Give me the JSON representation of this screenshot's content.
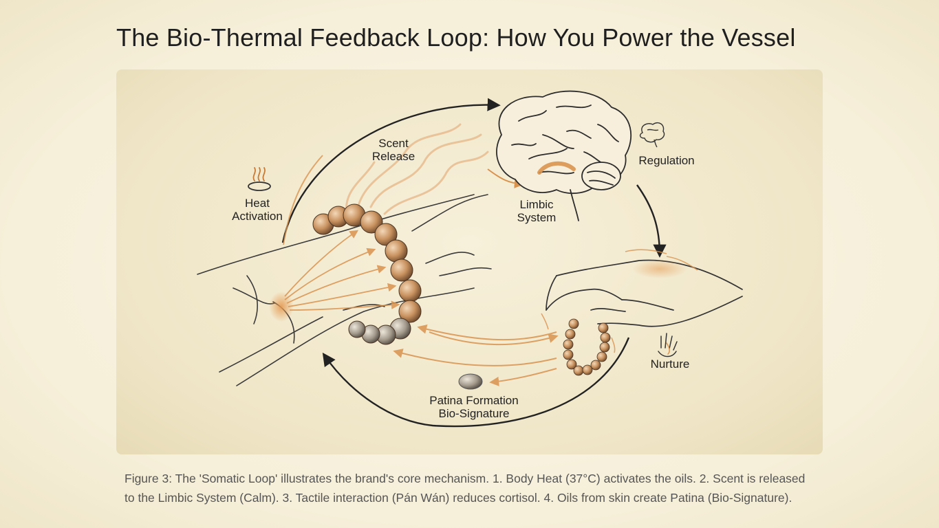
{
  "title": "The Bio-Thermal Feedback Loop: How You Power the Vessel",
  "diagram": {
    "nodes": {
      "heat_activation": {
        "line1": "Heat",
        "line2": "Activation"
      },
      "scent_release": {
        "line1": "Scent",
        "line2": "Release"
      },
      "limbic_system": {
        "line1": "Limbic",
        "line2": "System"
      },
      "regulation": {
        "label": "Regulation"
      },
      "nurture": {
        "label": "Nurture"
      },
      "patina": {
        "line1": "Patina Formation",
        "line2": "Bio-Signature"
      }
    },
    "colors": {
      "accent": "#d9934f",
      "ink": "#2a2a2a",
      "bead": "#b9895e"
    }
  },
  "caption": "Figure 3: The 'Somatic Loop' illustrates the brand's core mechanism. 1. Body Heat (37°C) activates the oils. 2. Scent is released to the Limbic System (Calm). 3. Tactile interaction (Pán Wán) reduces cortisol. 4. Oils from skin create Patina (Bio-Signature)."
}
